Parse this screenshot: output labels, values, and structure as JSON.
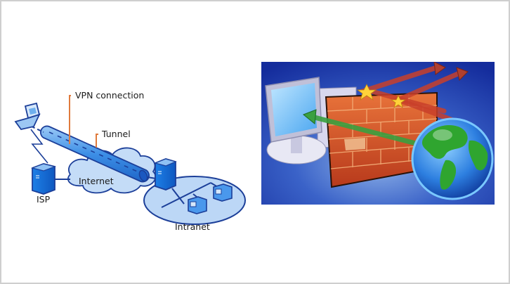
{
  "vpn_diagram": {
    "labels": {
      "vpn_connection": "VPN connection",
      "tunnel": "Tunnel",
      "internet": "Internet",
      "isp": "ISP",
      "intranet": "Intranet"
    },
    "colors": {
      "outline": "#1c3f99",
      "fill_light": "#bfd9f6",
      "fill_mid": "#6fb0ee",
      "fill_strong": "#1f7be0",
      "callout": "#e07a3c"
    }
  },
  "firewall_illustration": {
    "elements": [
      "computer",
      "brick-wall",
      "globe",
      "blocked-arrows",
      "allowed-arrow"
    ],
    "colors": {
      "background": "#1a34a8",
      "brick": "#d8552a",
      "blocked_arrow": "#c8402a",
      "allowed_arrow": "#3aa040",
      "globe_ocean": "#2d7fe0",
      "globe_land": "#2fa52f"
    }
  }
}
